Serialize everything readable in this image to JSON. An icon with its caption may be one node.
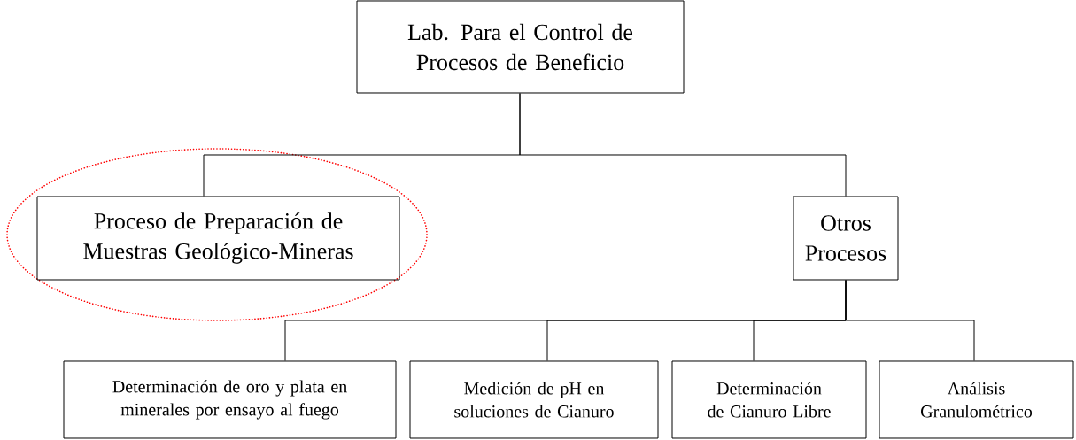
{
  "diagram": {
    "nodes": [
      {
        "text": [
          "Lab. Para el Control de Procesos de Beneficio"
        ]
      },
      {
        "text": [
          "Proceso de Preparación de Muestras Geológico-Mineras"
        ]
      },
      {
        "text": [
          "Otros Procesos"
        ]
      },
      {
        "text": [
          "Determinación de oro y plata en minerales por ensayo al fuego"
        ]
      },
      {
        "text": [
          "Medición de pH en soluciones de Cianuro"
        ]
      },
      {
        "text": [
          "Determinación de Cianuro Libre"
        ]
      },
      {
        "text": [
          "Análisis Granulométrico"
        ]
      }
    ],
    "edges": [
      {
        "from": 0,
        "to": 1,
        "arrow": "none"
      },
      {
        "from": 0,
        "to": 2,
        "arrow": "none"
      },
      {
        "from": 2,
        "to": 3,
        "arrow": "none"
      },
      {
        "from": 2,
        "to": 4,
        "arrow": "none"
      },
      {
        "from": 2,
        "to": 5,
        "arrow": "none"
      },
      {
        "from": 2,
        "to": 6,
        "arrow": "none"
      }
    ]
  }
}
